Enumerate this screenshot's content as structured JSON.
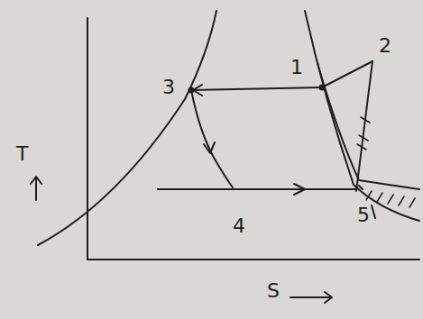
{
  "diagram": {
    "labels": [
      "T",
      "S",
      "1",
      "2",
      "3",
      "4",
      "5"
    ]
  }
}
